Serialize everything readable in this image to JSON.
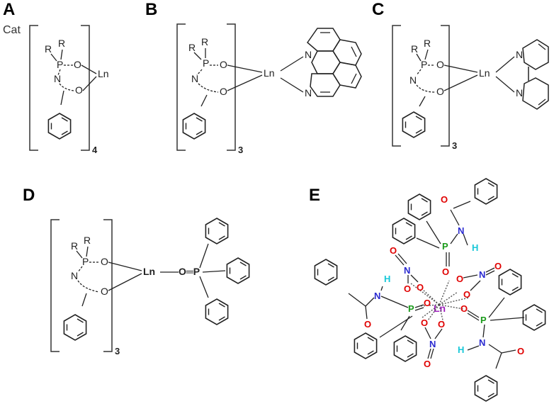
{
  "panels": {
    "a": {
      "letter": "A",
      "cat": "Cat",
      "subscript": "4"
    },
    "b": {
      "letter": "B",
      "subscript": "3"
    },
    "c": {
      "letter": "C",
      "subscript": "3"
    },
    "d": {
      "letter": "D",
      "subscript": "3"
    },
    "e": {
      "letter": "E"
    }
  },
  "atoms": {
    "r": "R",
    "p": "P",
    "o": "O",
    "n": "N",
    "ln": "Ln",
    "h": "H",
    "o_eq_p": "O═P"
  }
}
